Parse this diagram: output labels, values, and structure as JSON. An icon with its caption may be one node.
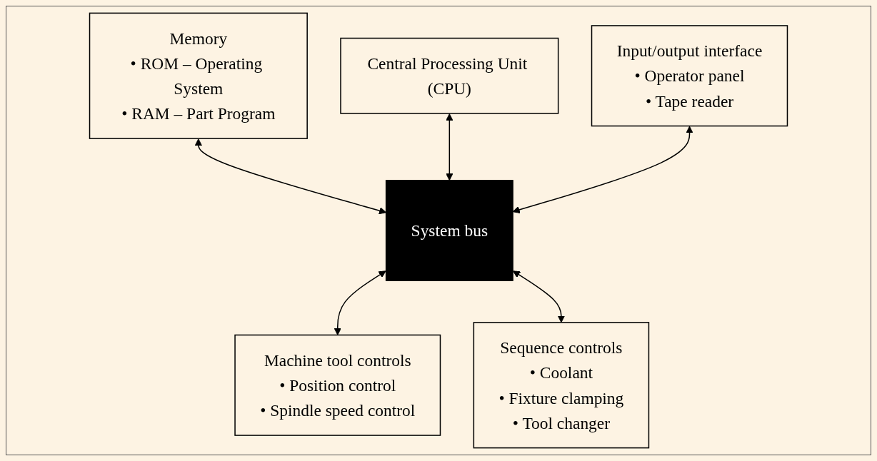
{
  "diagram": {
    "nodes": [
      {
        "text": [
          "Memory",
          "• ROM – Operating System",
          "• RAM – Part Program"
        ]
      },
      {
        "text": [
          "Central Processing Unit (CPU)"
        ]
      },
      {
        "text": [
          "Input/output interface",
          "• Operator panel",
          "• Tape reader"
        ]
      },
      {
        "text": [
          "System bus"
        ]
      },
      {
        "text": [
          "Machine tool controls",
          "• Position control",
          "• Spindle speed control"
        ]
      },
      {
        "text": [
          "Sequence controls",
          "• Coolant",
          "• Fixture clamping",
          "• Tool changer"
        ]
      }
    ],
    "edges": [
      {
        "from": 0,
        "to": 3,
        "arrow": "both"
      },
      {
        "from": 1,
        "to": 3,
        "arrow": "both"
      },
      {
        "from": 2,
        "to": 3,
        "arrow": "both"
      },
      {
        "from": 3,
        "to": 4,
        "arrow": "both"
      },
      {
        "from": 3,
        "to": 5,
        "arrow": "both"
      }
    ]
  }
}
